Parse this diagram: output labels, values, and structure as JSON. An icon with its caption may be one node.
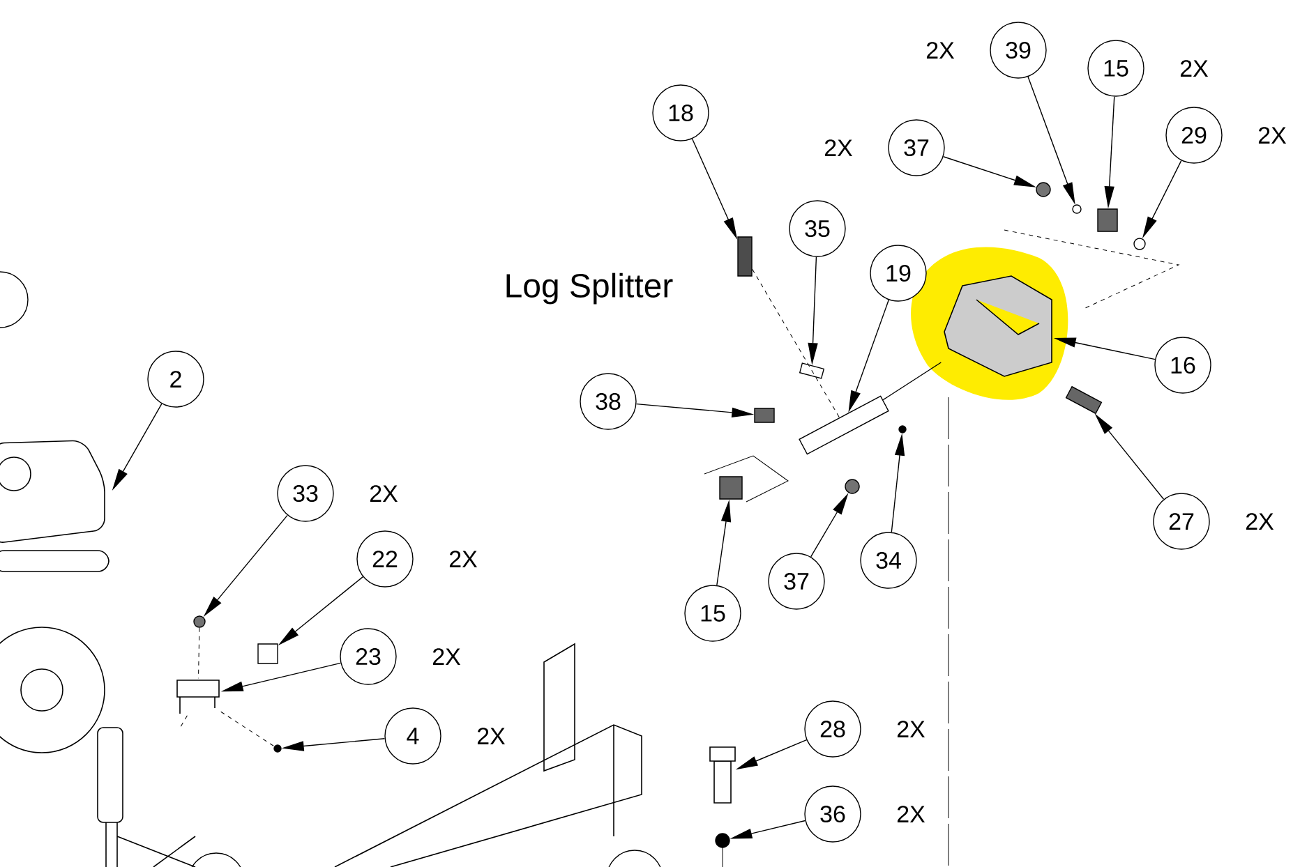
{
  "diagram": {
    "nodes": [
      {
        "text": [
          "39"
        ],
        "beside": [
          "2X"
        ]
      },
      {
        "text": [
          "15"
        ],
        "beside": [
          "2X"
        ]
      },
      {
        "text": [
          "18"
        ]
      },
      {
        "text": [
          "37"
        ],
        "beside": [
          "2X"
        ]
      },
      {
        "text": [
          "29"
        ],
        "beside": [
          "2X"
        ]
      },
      {
        "text": [
          "35"
        ]
      },
      {
        "text": [
          "19"
        ]
      },
      {
        "text": [],
        "shape": "circle"
      },
      {
        "text": [
          "2"
        ]
      },
      {
        "text": [
          "16"
        ]
      },
      {
        "text": [
          "38"
        ]
      },
      {
        "text": [
          "33"
        ],
        "beside": [
          "2X"
        ]
      },
      {
        "text": [
          "27"
        ],
        "beside": [
          "2X"
        ]
      },
      {
        "text": [
          "34"
        ]
      },
      {
        "text": [
          "37"
        ]
      },
      {
        "text": [
          "15"
        ]
      },
      {
        "text": [
          "22"
        ],
        "beside": [
          "2X"
        ]
      },
      {
        "text": [
          "23"
        ],
        "beside": [
          "2X"
        ]
      },
      {
        "text": [
          "4"
        ],
        "beside": [
          "2X"
        ]
      },
      {
        "text": [
          "28"
        ],
        "beside": [
          "2X"
        ]
      },
      {
        "text": [
          "36"
        ],
        "beside": [
          "2X"
        ]
      },
      {
        "text": [],
        "shape": "circle"
      },
      {
        "text": [],
        "shape": "circle"
      },
      {
        "text": [],
        "shape": "circle"
      },
      {
        "text": [],
        "shape": "box"
      },
      {
        "text": [],
        "shape": "box"
      },
      {
        "text": [],
        "shape": "circle"
      },
      {
        "text": [],
        "shape": "circle"
      },
      {
        "text": [],
        "shape": "box"
      },
      {
        "text": [],
        "shape": "box"
      },
      {
        "text": [],
        "shape": "picture"
      },
      {
        "text": [],
        "shape": "picture"
      },
      {
        "text": [],
        "shape": "box"
      },
      {
        "text": [],
        "shape": "circle"
      },
      {
        "text": [],
        "shape": "box"
      },
      {
        "text": [],
        "shape": "circle"
      },
      {
        "text": [],
        "shape": "circle"
      },
      {
        "text": [],
        "shape": "box"
      },
      {
        "text": [],
        "shape": "box"
      },
      {
        "text": [],
        "shape": "picture"
      },
      {
        "text": [],
        "shape": "circle"
      },
      {
        "text": [],
        "shape": "picture"
      },
      {
        "text": [],
        "shape": "circle"
      },
      {
        "text": [],
        "shape": "picture"
      }
    ],
    "edges": [
      {
        "from": 0,
        "to": 23,
        "arrow": "to"
      },
      {
        "from": 1,
        "to": 24,
        "arrow": "to"
      },
      {
        "from": 2,
        "to": 25,
        "arrow": "to"
      },
      {
        "from": 3,
        "to": 26,
        "arrow": "to"
      },
      {
        "from": 4,
        "to": 27,
        "arrow": "to"
      },
      {
        "from": 5,
        "to": 28,
        "arrow": "to"
      },
      {
        "from": 6,
        "to": 29,
        "arrow": "to"
      },
      {
        "from": 8,
        "to": 30,
        "arrow": "to"
      },
      {
        "from": 9,
        "to": 31,
        "arrow": "to"
      },
      {
        "from": 10,
        "to": 32,
        "arrow": "to"
      },
      {
        "from": 11,
        "to": 33,
        "arrow": "to"
      },
      {
        "from": 12,
        "to": 34,
        "arrow": "to"
      },
      {
        "from": 13,
        "to": 35,
        "arrow": "to"
      },
      {
        "from": 14,
        "to": 36,
        "arrow": "to"
      },
      {
        "from": 15,
        "to": 37,
        "arrow": "to"
      },
      {
        "from": 16,
        "to": 38,
        "arrow": "to"
      },
      {
        "from": 17,
        "to": 39,
        "arrow": "to"
      },
      {
        "from": 18,
        "to": 40,
        "arrow": "to"
      },
      {
        "from": 19,
        "to": 41,
        "arrow": "to"
      },
      {
        "from": 20,
        "to": 42,
        "arrow": "to"
      },
      {
        "from": 25,
        "to": 29,
        "arrow": "none",
        "style": "dashed"
      },
      {
        "from": 29,
        "to": 31,
        "arrow": "none"
      },
      {
        "from": 33,
        "to": 39,
        "arrow": "none",
        "style": "dashed"
      },
      {
        "from": 39,
        "to": 40,
        "arrow": "none",
        "style": "dashed"
      },
      {
        "from": 39,
        "to": 43,
        "arrow": "none",
        "style": "dashed"
      }
    ],
    "labels": [
      "Log Splitter"
    ]
  }
}
